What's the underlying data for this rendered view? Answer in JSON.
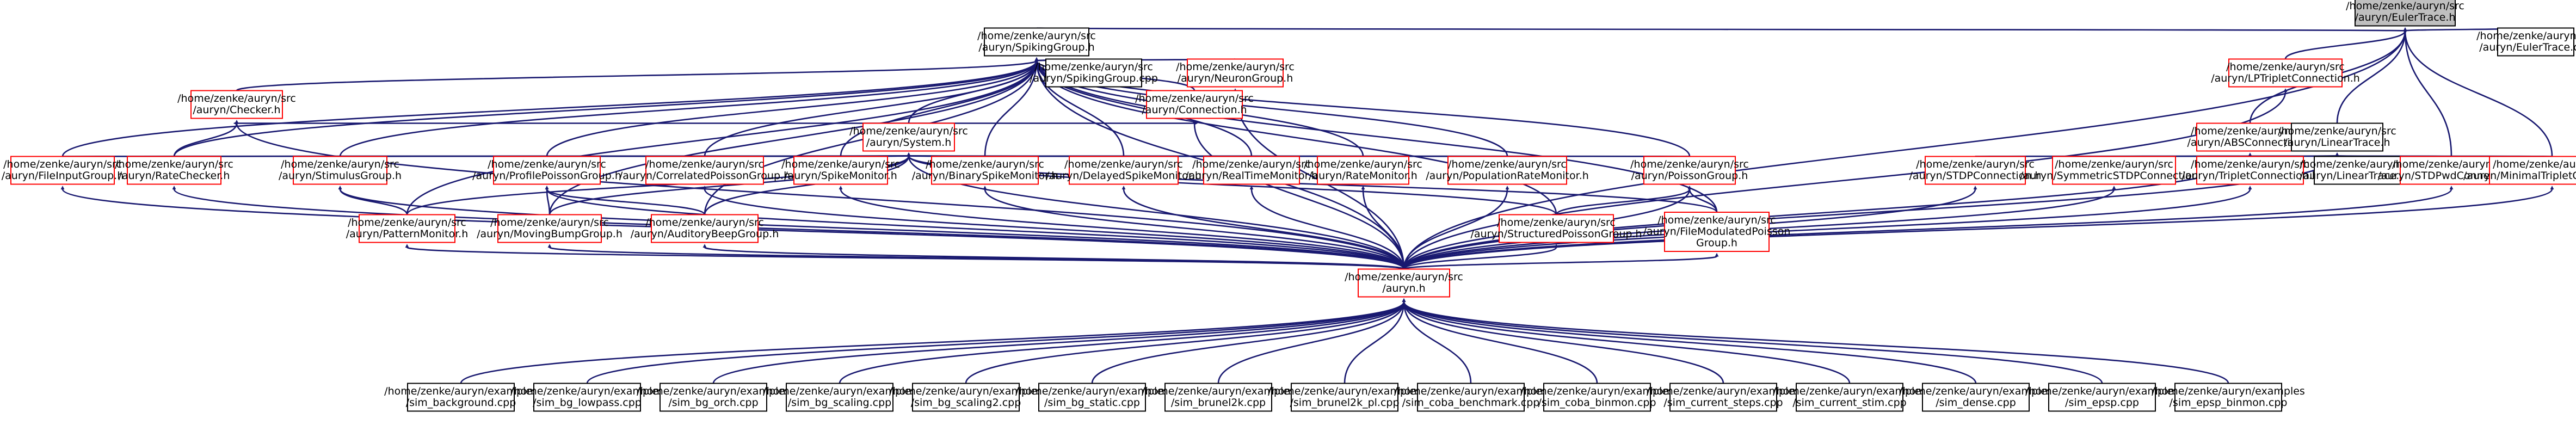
{
  "colors": {
    "edge": "#191970",
    "node_border_missing": "#ff0000",
    "node_border_normal": "#000000",
    "root_fill": "#bfbfbf",
    "node_fill": "#ffffff"
  },
  "graph": {
    "nodes": [
      {
        "id": "n_root",
        "kind": "root",
        "lines": [
          "/home/zenke/auryn/src",
          "/auryn/EulerTrace.h"
        ]
      },
      {
        "id": "n_spikinggroup_h",
        "kind": "normal",
        "lines": [
          "/home/zenke/auryn/src",
          "/auryn/SpikingGroup.h"
        ]
      },
      {
        "id": "n_eulertrace_cpp",
        "kind": "normal",
        "lines": [
          "/home/zenke/auryn/src",
          "/auryn/EulerTrace.cpp"
        ]
      },
      {
        "id": "n_spikinggroup_cpp",
        "kind": "normal",
        "lines": [
          "/home/zenke/auryn/src",
          "/auryn/SpikingGroup.cpp"
        ]
      },
      {
        "id": "n_neurongroup_h",
        "kind": "missing",
        "lines": [
          "/home/zenke/auryn/src",
          "/auryn/NeuronGroup.h"
        ]
      },
      {
        "id": "n_lptriplet_h",
        "kind": "missing",
        "lines": [
          "/home/zenke/auryn/src",
          "/auryn/LPTripletConnection.h"
        ]
      },
      {
        "id": "n_checker_h",
        "kind": "missing",
        "lines": [
          "/home/zenke/auryn/src",
          "/auryn/Checker.h"
        ]
      },
      {
        "id": "n_connection_h",
        "kind": "missing",
        "lines": [
          "/home/zenke/auryn/src",
          "/auryn/Connection.h"
        ]
      },
      {
        "id": "n_abs_h",
        "kind": "missing",
        "lines": [
          "/home/zenke/auryn/src",
          "/auryn/ABSConnection.h"
        ]
      },
      {
        "id": "n_lineartrace_h",
        "kind": "normal",
        "lines": [
          "/home/zenke/auryn/src",
          "/auryn/LinearTrace.h"
        ]
      },
      {
        "id": "n_system_h",
        "kind": "missing",
        "lines": [
          "/home/zenke/auryn/src",
          "/auryn/System.h"
        ]
      },
      {
        "id": "n_fileinput_h",
        "kind": "missing",
        "lines": [
          "/home/zenke/auryn/src",
          "/auryn/FileInputGroup.h"
        ]
      },
      {
        "id": "n_ratechecker_h",
        "kind": "missing",
        "lines": [
          "/home/zenke/auryn/src",
          "/auryn/RateChecker.h"
        ]
      },
      {
        "id": "n_stimulus_h",
        "kind": "missing",
        "lines": [
          "/home/zenke/auryn/src",
          "/auryn/StimulusGroup.h"
        ]
      },
      {
        "id": "n_profilepoisson_h",
        "kind": "missing",
        "lines": [
          "/home/zenke/auryn/src",
          "/auryn/ProfilePoissonGroup.h"
        ]
      },
      {
        "id": "n_correlatedpoisson_h",
        "kind": "missing",
        "lines": [
          "/home/zenke/auryn/src",
          "/auryn/CorrelatedPoissonGroup.h"
        ]
      },
      {
        "id": "n_spikemonitor_h",
        "kind": "missing",
        "lines": [
          "/home/zenke/auryn/src",
          "/auryn/SpikeMonitor.h"
        ]
      },
      {
        "id": "n_binaryspike_h",
        "kind": "missing",
        "lines": [
          "/home/zenke/auryn/src",
          "/auryn/BinarySpikeMonitor.h"
        ]
      },
      {
        "id": "n_delayedspike_h",
        "kind": "missing",
        "lines": [
          "/home/zenke/auryn/src",
          "/auryn/DelayedSpikeMonitor.h"
        ]
      },
      {
        "id": "n_realtime_h",
        "kind": "missing",
        "lines": [
          "/home/zenke/auryn/src",
          "/auryn/RealTimeMonitor.h"
        ]
      },
      {
        "id": "n_ratemonitor_h",
        "kind": "missing",
        "lines": [
          "/home/zenke/auryn/src",
          "/auryn/RateMonitor.h"
        ]
      },
      {
        "id": "n_popratemonitor_h",
        "kind": "missing",
        "lines": [
          "/home/zenke/auryn/src",
          "/auryn/PopulationRateMonitor.h"
        ]
      },
      {
        "id": "n_poissongroup_h",
        "kind": "missing",
        "lines": [
          "/home/zenke/auryn/src",
          "/auryn/PoissonGroup.h"
        ]
      },
      {
        "id": "n_stdpconn_h",
        "kind": "missing",
        "lines": [
          "/home/zenke/auryn/src",
          "/auryn/STDPConnection.h"
        ]
      },
      {
        "id": "n_symstdp_h",
        "kind": "missing",
        "lines": [
          "/home/zenke/auryn/src",
          "/auryn/SymmetricSTDPConnection.h"
        ]
      },
      {
        "id": "n_triplet_h",
        "kind": "missing",
        "lines": [
          "/home/zenke/auryn/src",
          "/auryn/TripletConnection.h"
        ]
      },
      {
        "id": "n_lineartrace_cpp",
        "kind": "normal",
        "lines": [
          "/home/zenke/auryn/src",
          "/auryn/LinearTrace.cpp"
        ]
      },
      {
        "id": "n_stdpwd_h",
        "kind": "missing",
        "lines": [
          "/home/zenke/auryn/src",
          "/auryn/STDPwdConnection.h"
        ]
      },
      {
        "id": "n_mintriplet_h",
        "kind": "missing",
        "lines": [
          "/home/zenke/auryn/src",
          "/auryn/MinimalTripletConnection.h"
        ]
      },
      {
        "id": "n_pattern_h",
        "kind": "missing",
        "lines": [
          "/home/zenke/auryn/src",
          "/auryn/PatternMonitor.h"
        ]
      },
      {
        "id": "n_movingbump_h",
        "kind": "missing",
        "lines": [
          "/home/zenke/auryn/src",
          "/auryn/MovingBumpGroup.h"
        ]
      },
      {
        "id": "n_auditorybeep_h",
        "kind": "missing",
        "lines": [
          "/home/zenke/auryn/src",
          "/auryn/AuditoryBeepGroup.h"
        ]
      },
      {
        "id": "n_structpoisson_h",
        "kind": "missing",
        "lines": [
          "/home/zenke/auryn/src",
          "/auryn/StructuredPoissonGroup.h"
        ]
      },
      {
        "id": "n_filemodpoisson_h",
        "kind": "missing",
        "lines": [
          "/home/zenke/auryn/src",
          "/auryn/FileModulatedPoisson",
          "Group.h"
        ]
      },
      {
        "id": "n_auryn_h",
        "kind": "missing",
        "lines": [
          "/home/zenke/auryn/src",
          "/auryn.h"
        ]
      },
      {
        "id": "n_ex_background",
        "kind": "normal",
        "lines": [
          "/home/zenke/auryn/examples",
          "/sim_background.cpp"
        ]
      },
      {
        "id": "n_ex_bg_lowpass",
        "kind": "normal",
        "lines": [
          "/home/zenke/auryn/examples",
          "/sim_bg_lowpass.cpp"
        ]
      },
      {
        "id": "n_ex_bg_orch",
        "kind": "normal",
        "lines": [
          "/home/zenke/auryn/examples",
          "/sim_bg_orch.cpp"
        ]
      },
      {
        "id": "n_ex_bg_scaling",
        "kind": "normal",
        "lines": [
          "/home/zenke/auryn/examples",
          "/sim_bg_scaling.cpp"
        ]
      },
      {
        "id": "n_ex_bg_scaling2",
        "kind": "normal",
        "lines": [
          "/home/zenke/auryn/examples",
          "/sim_bg_scaling2.cpp"
        ]
      },
      {
        "id": "n_ex_bg_static",
        "kind": "normal",
        "lines": [
          "/home/zenke/auryn/examples",
          "/sim_bg_static.cpp"
        ]
      },
      {
        "id": "n_ex_brunel2k",
        "kind": "normal",
        "lines": [
          "/home/zenke/auryn/examples",
          "/sim_brunel2k.cpp"
        ]
      },
      {
        "id": "n_ex_brunel2k_pl",
        "kind": "normal",
        "lines": [
          "/home/zenke/auryn/examples",
          "/sim_brunel2k_pl.cpp"
        ]
      },
      {
        "id": "n_ex_coba_benchmark",
        "kind": "normal",
        "lines": [
          "/home/zenke/auryn/examples",
          "/sim_coba_benchmark.cpp"
        ]
      },
      {
        "id": "n_ex_coba_binmon",
        "kind": "normal",
        "lines": [
          "/home/zenke/auryn/examples",
          "/sim_coba_binmon.cpp"
        ]
      },
      {
        "id": "n_ex_current_steps",
        "kind": "normal",
        "lines": [
          "/home/zenke/auryn/examples",
          "/sim_current_steps.cpp"
        ]
      },
      {
        "id": "n_ex_current_stim",
        "kind": "normal",
        "lines": [
          "/home/zenke/auryn/examples",
          "/sim_current_stim.cpp"
        ]
      },
      {
        "id": "n_ex_dense",
        "kind": "normal",
        "lines": [
          "/home/zenke/auryn/examples",
          "/sim_dense.cpp"
        ]
      },
      {
        "id": "n_ex_epsp",
        "kind": "normal",
        "lines": [
          "/home/zenke/auryn/examples",
          "/sim_epsp.cpp"
        ]
      },
      {
        "id": "n_ex_epsp_binmon",
        "kind": "normal",
        "lines": [
          "/home/zenke/auryn/examples",
          "/sim_epsp_binmon.cpp"
        ]
      }
    ],
    "edges": [
      [
        "n_root",
        "n_spikinggroup_h"
      ],
      [
        "n_root",
        "n_eulertrace_cpp"
      ],
      [
        "n_root",
        "n_lptriplet_h"
      ],
      [
        "n_root",
        "n_abs_h"
      ],
      [
        "n_root",
        "n_lineartrace_h"
      ],
      [
        "n_root",
        "n_stdpwd_h"
      ],
      [
        "n_root",
        "n_mintriplet_h"
      ],
      [
        "n_root",
        "n_auryn_h"
      ],
      [
        "n_spikinggroup_h",
        "n_spikinggroup_cpp"
      ],
      [
        "n_spikinggroup_h",
        "n_neurongroup_h"
      ],
      [
        "n_spikinggroup_h",
        "n_checker_h"
      ],
      [
        "n_spikinggroup_h",
        "n_connection_h"
      ],
      [
        "n_spikinggroup_h",
        "n_system_h"
      ],
      [
        "n_spikinggroup_h",
        "n_fileinput_h"
      ],
      [
        "n_spikinggroup_h",
        "n_ratechecker_h"
      ],
      [
        "n_spikinggroup_h",
        "n_stimulus_h"
      ],
      [
        "n_spikinggroup_h",
        "n_profilepoisson_h"
      ],
      [
        "n_spikinggroup_h",
        "n_correlatedpoisson_h"
      ],
      [
        "n_spikinggroup_h",
        "n_spikemonitor_h"
      ],
      [
        "n_spikinggroup_h",
        "n_binaryspike_h"
      ],
      [
        "n_spikinggroup_h",
        "n_delayedspike_h"
      ],
      [
        "n_spikinggroup_h",
        "n_realtime_h"
      ],
      [
        "n_spikinggroup_h",
        "n_ratemonitor_h"
      ],
      [
        "n_spikinggroup_h",
        "n_popratemonitor_h"
      ],
      [
        "n_spikinggroup_h",
        "n_poissongroup_h"
      ],
      [
        "n_spikinggroup_h",
        "n_pattern_h"
      ],
      [
        "n_spikinggroup_h",
        "n_movingbump_h"
      ],
      [
        "n_spikinggroup_h",
        "n_auditorybeep_h"
      ],
      [
        "n_spikinggroup_h",
        "n_structpoisson_h"
      ],
      [
        "n_spikinggroup_h",
        "n_filemodpoisson_h"
      ],
      [
        "n_spikinggroup_h",
        "n_auryn_h"
      ],
      [
        "n_neurongroup_h",
        "n_connection_h"
      ],
      [
        "n_neurongroup_h",
        "n_auryn_h"
      ],
      [
        "n_checker_h",
        "n_system_h"
      ],
      [
        "n_checker_h",
        "n_ratechecker_h"
      ],
      [
        "n_checker_h",
        "n_auryn_h"
      ],
      [
        "n_connection_h",
        "n_system_h"
      ],
      [
        "n_connection_h",
        "n_auryn_h"
      ],
      [
        "n_system_h",
        "n_fileinput_h"
      ],
      [
        "n_system_h",
        "n_ratechecker_h"
      ],
      [
        "n_system_h",
        "n_stimulus_h"
      ],
      [
        "n_system_h",
        "n_profilepoisson_h"
      ],
      [
        "n_system_h",
        "n_correlatedpoisson_h"
      ],
      [
        "n_system_h",
        "n_spikemonitor_h"
      ],
      [
        "n_system_h",
        "n_binaryspike_h"
      ],
      [
        "n_system_h",
        "n_delayedspike_h"
      ],
      [
        "n_system_h",
        "n_realtime_h"
      ],
      [
        "n_system_h",
        "n_ratemonitor_h"
      ],
      [
        "n_system_h",
        "n_popratemonitor_h"
      ],
      [
        "n_system_h",
        "n_poissongroup_h"
      ],
      [
        "n_system_h",
        "n_pattern_h"
      ],
      [
        "n_system_h",
        "n_movingbump_h"
      ],
      [
        "n_system_h",
        "n_auditorybeep_h"
      ],
      [
        "n_system_h",
        "n_structpoisson_h"
      ],
      [
        "n_system_h",
        "n_filemodpoisson_h"
      ],
      [
        "n_system_h",
        "n_auryn_h"
      ],
      [
        "n_fileinput_h",
        "n_auryn_h"
      ],
      [
        "n_ratechecker_h",
        "n_auryn_h"
      ],
      [
        "n_stimulus_h",
        "n_pattern_h"
      ],
      [
        "n_stimulus_h",
        "n_auryn_h"
      ],
      [
        "n_profilepoisson_h",
        "n_movingbump_h"
      ],
      [
        "n_profilepoisson_h",
        "n_auditorybeep_h"
      ],
      [
        "n_profilepoisson_h",
        "n_auryn_h"
      ],
      [
        "n_correlatedpoisson_h",
        "n_auryn_h"
      ],
      [
        "n_spikemonitor_h",
        "n_auryn_h"
      ],
      [
        "n_binaryspike_h",
        "n_auryn_h"
      ],
      [
        "n_delayedspike_h",
        "n_auryn_h"
      ],
      [
        "n_realtime_h",
        "n_auryn_h"
      ],
      [
        "n_ratemonitor_h",
        "n_auryn_h"
      ],
      [
        "n_popratemonitor_h",
        "n_auryn_h"
      ],
      [
        "n_poissongroup_h",
        "n_structpoisson_h"
      ],
      [
        "n_poissongroup_h",
        "n_filemodpoisson_h"
      ],
      [
        "n_poissongroup_h",
        "n_auryn_h"
      ],
      [
        "n_lineartrace_h",
        "n_stdpconn_h"
      ],
      [
        "n_lineartrace_h",
        "n_symstdp_h"
      ],
      [
        "n_lineartrace_h",
        "n_triplet_h"
      ],
      [
        "n_lineartrace_h",
        "n_lineartrace_cpp"
      ],
      [
        "n_lineartrace_h",
        "n_stdpwd_h"
      ],
      [
        "n_lineartrace_h",
        "n_mintriplet_h"
      ],
      [
        "n_lineartrace_h",
        "n_auryn_h"
      ],
      [
        "n_lptriplet_h",
        "n_auryn_h"
      ],
      [
        "n_abs_h",
        "n_auryn_h"
      ],
      [
        "n_stdpconn_h",
        "n_auryn_h"
      ],
      [
        "n_symstdp_h",
        "n_auryn_h"
      ],
      [
        "n_triplet_h",
        "n_auryn_h"
      ],
      [
        "n_stdpwd_h",
        "n_auryn_h"
      ],
      [
        "n_mintriplet_h",
        "n_auryn_h"
      ],
      [
        "n_pattern_h",
        "n_auryn_h"
      ],
      [
        "n_movingbump_h",
        "n_auryn_h"
      ],
      [
        "n_auditorybeep_h",
        "n_auryn_h"
      ],
      [
        "n_structpoisson_h",
        "n_auryn_h"
      ],
      [
        "n_filemodpoisson_h",
        "n_auryn_h"
      ],
      [
        "n_auryn_h",
        "n_ex_background"
      ],
      [
        "n_auryn_h",
        "n_ex_bg_lowpass"
      ],
      [
        "n_auryn_h",
        "n_ex_bg_orch"
      ],
      [
        "n_auryn_h",
        "n_ex_bg_scaling"
      ],
      [
        "n_auryn_h",
        "n_ex_bg_scaling2"
      ],
      [
        "n_auryn_h",
        "n_ex_bg_static"
      ],
      [
        "n_auryn_h",
        "n_ex_brunel2k"
      ],
      [
        "n_auryn_h",
        "n_ex_brunel2k_pl"
      ],
      [
        "n_auryn_h",
        "n_ex_coba_benchmark"
      ],
      [
        "n_auryn_h",
        "n_ex_coba_binmon"
      ],
      [
        "n_auryn_h",
        "n_ex_current_steps"
      ],
      [
        "n_auryn_h",
        "n_ex_current_stim"
      ],
      [
        "n_auryn_h",
        "n_ex_dense"
      ],
      [
        "n_auryn_h",
        "n_ex_epsp"
      ],
      [
        "n_auryn_h",
        "n_ex_epsp_binmon"
      ]
    ]
  }
}
